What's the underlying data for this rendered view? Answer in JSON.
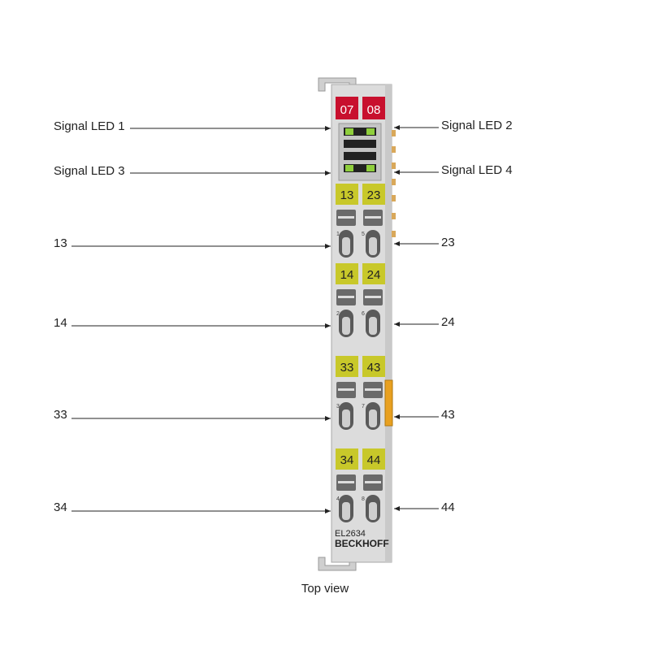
{
  "module": {
    "model": "EL2634",
    "brand": "BECKHOFF",
    "top_codes": [
      "07",
      "08"
    ],
    "terminal_groups": [
      {
        "left": "13",
        "right": "23",
        "left_num": "1",
        "right_num": "5"
      },
      {
        "left": "14",
        "right": "24",
        "left_num": "2",
        "right_num": "6"
      },
      {
        "left": "33",
        "right": "43",
        "left_num": "3",
        "right_num": "7"
      },
      {
        "left": "34",
        "right": "44",
        "left_num": "4",
        "right_num": "8"
      }
    ]
  },
  "labels": {
    "signal_led_1": "Signal LED 1",
    "signal_led_2": "Signal LED 2",
    "signal_led_3": "Signal LED 3",
    "signal_led_4": "Signal LED 4",
    "t13": "13",
    "t23": "23",
    "t14": "14",
    "t24": "24",
    "t33": "33",
    "t43": "43",
    "t34": "34",
    "t44": "44"
  },
  "caption": "Top view",
  "colors": {
    "housing": "#dcdcdc",
    "code_red": "#c8102e",
    "terminal_yellow": "#c8c82a",
    "led_green": "#8fcf3c",
    "orange_tab": "#e8a020",
    "line": "#222222"
  }
}
